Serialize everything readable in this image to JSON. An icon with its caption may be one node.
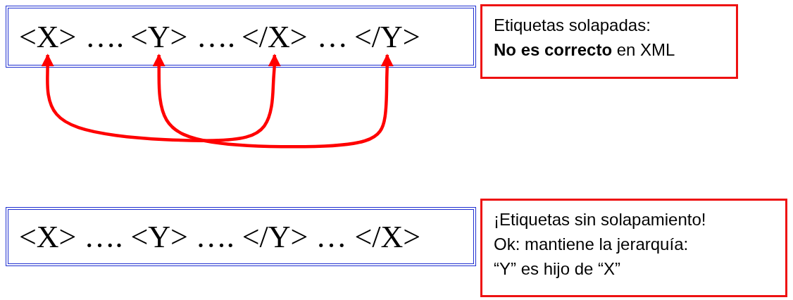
{
  "diagram": {
    "nodes": [
      {
        "text": [
          "….",
          "….",
          "…"
        ]
      },
      {
        "text": [
          "<X>"
        ],
        "in": 0
      },
      {
        "text": [
          "<Y>"
        ],
        "in": 0
      },
      {
        "text": [
          "</X>"
        ],
        "in": 0
      },
      {
        "text": [
          "</Y>"
        ],
        "in": 0
      },
      {
        "text": [
          "Etiquetas solapadas:",
          "**No es correcto** en XML"
        ]
      },
      {
        "text": [
          "<X> …. <Y> …. </Y> … </X>"
        ]
      },
      {
        "text": [
          "¡Etiquetas sin solapamiento!",
          "Ok: mantiene la jerarquía:",
          "“Y” es hijo de “X”"
        ]
      }
    ],
    "edges": [
      {
        "from": 1,
        "to": 3,
        "arrow": "both"
      },
      {
        "from": 2,
        "to": 4,
        "arrow": "both"
      }
    ]
  }
}
